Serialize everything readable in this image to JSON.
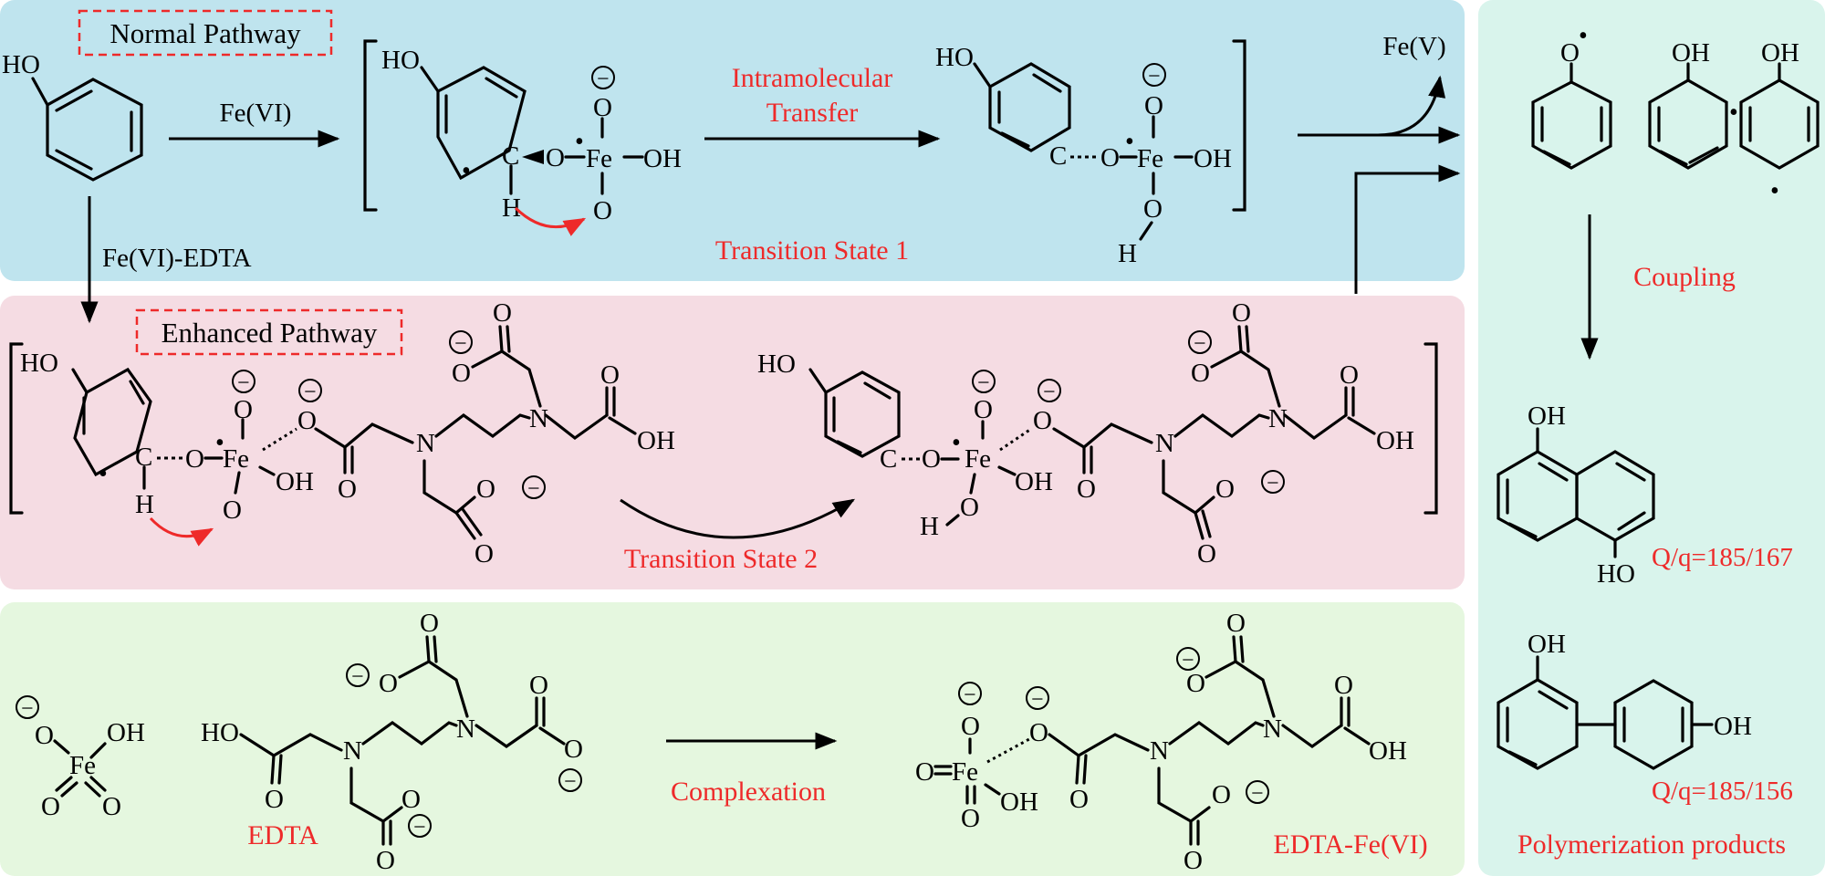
{
  "colors": {
    "panel_normal": "#bfe4ee",
    "panel_enhanced": "#f5dce3",
    "panel_complex": "#e5f7df",
    "panel_products": "#d9f4ec",
    "highlight_text": "#ee2a2a"
  },
  "labels": {
    "normal_pathway": "Normal Pathway",
    "enhanced_pathway": "Enhanced Pathway",
    "reagent_fe6": "Fe(VI)",
    "reagent_fe6_edta": "Fe(VI)-EDTA",
    "intramolecular_1": "Intramolecular",
    "intramolecular_2": "Transfer",
    "ts1": "Transition State 1",
    "ts2": "Transition State 2",
    "fe5": "Fe(V)",
    "coupling": "Coupling",
    "complexation": "Complexation",
    "edta": "EDTA",
    "edta_fe6": "EDTA-Fe(VI)",
    "q_ratio_1": "Q/q=185/167",
    "q_ratio_2": "Q/q=185/156",
    "polymerization": "Polymerization products"
  },
  "atoms": {
    "ho": "HO",
    "oh": "OH",
    "o": "O",
    "fe": "Fe",
    "n": "N",
    "c": "C",
    "h": "H",
    "minus": "−",
    "radical": "•"
  }
}
